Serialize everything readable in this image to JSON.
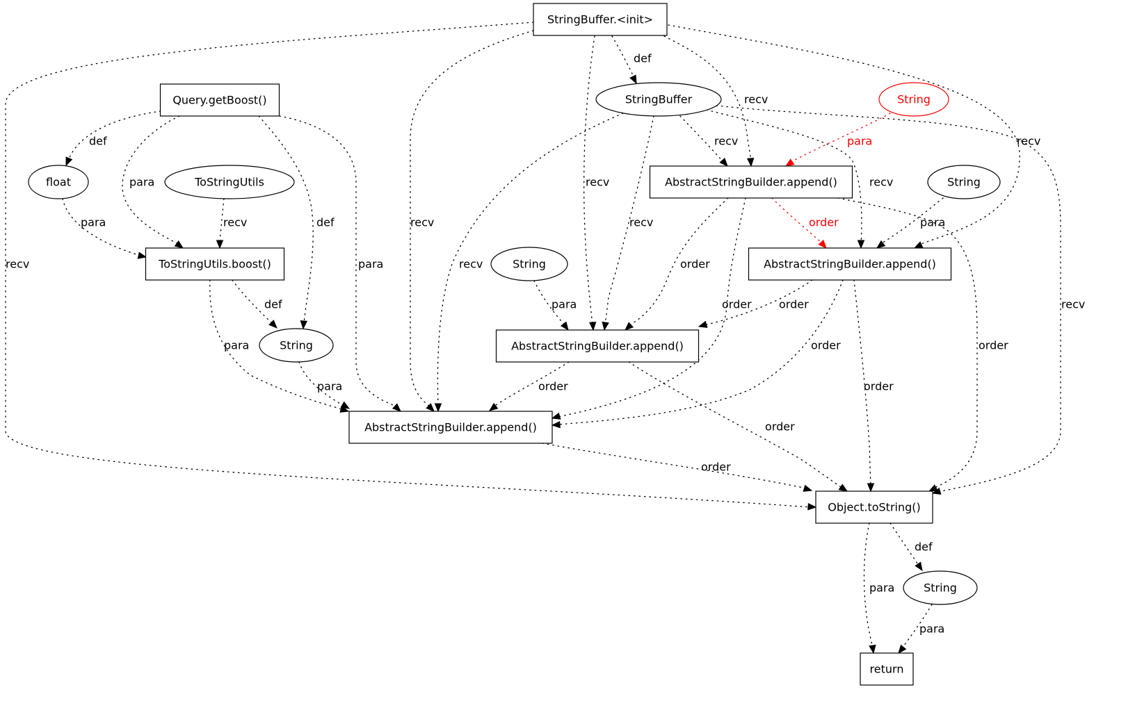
{
  "graph": {
    "highlight_color": "#ff0000",
    "default_color": "#000000",
    "nodes": [
      {
        "id": "n0",
        "label": "StringBuffer.<init>",
        "shape": "box"
      },
      {
        "id": "n1",
        "label": "Query.getBoost()",
        "shape": "box"
      },
      {
        "id": "n2",
        "label": "StringBuffer",
        "shape": "ellipse"
      },
      {
        "id": "n3",
        "label": "String",
        "shape": "ellipse",
        "highlighted": true
      },
      {
        "id": "n4",
        "label": "float",
        "shape": "ellipse"
      },
      {
        "id": "n5",
        "label": "ToStringUtils",
        "shape": "ellipse"
      },
      {
        "id": "n6",
        "label": "AbstractStringBuilder.append()",
        "shape": "box"
      },
      {
        "id": "n7",
        "label": "String",
        "shape": "ellipse"
      },
      {
        "id": "n8",
        "label": "ToStringUtils.boost()",
        "shape": "box"
      },
      {
        "id": "n9",
        "label": "String",
        "shape": "ellipse"
      },
      {
        "id": "n10",
        "label": "AbstractStringBuilder.append()",
        "shape": "box"
      },
      {
        "id": "n11",
        "label": "String",
        "shape": "ellipse"
      },
      {
        "id": "n12",
        "label": "AbstractStringBuilder.append()",
        "shape": "box"
      },
      {
        "id": "n13",
        "label": "AbstractStringBuilder.append()",
        "shape": "box"
      },
      {
        "id": "n14",
        "label": "Object.toString()",
        "shape": "box"
      },
      {
        "id": "n15",
        "label": "String",
        "shape": "ellipse"
      },
      {
        "id": "n16",
        "label": "return",
        "shape": "box"
      }
    ],
    "edges": [
      {
        "from": "n0",
        "to": "n2",
        "label": "def"
      },
      {
        "from": "n0",
        "to": "n6",
        "label": "recv"
      },
      {
        "from": "n0",
        "to": "n10",
        "label": "recv"
      },
      {
        "from": "n0",
        "to": "n12",
        "label": "recv"
      },
      {
        "from": "n0",
        "to": "n13",
        "label": "recv"
      },
      {
        "from": "n0",
        "to": "n14",
        "label": "recv"
      },
      {
        "from": "n1",
        "to": "n4",
        "label": "def"
      },
      {
        "from": "n1",
        "to": "n8",
        "label": "para"
      },
      {
        "from": "n1",
        "to": "n11",
        "label": "def"
      },
      {
        "from": "n1",
        "to": "n13",
        "label": "para"
      },
      {
        "from": "n2",
        "to": "n6",
        "label": "recv"
      },
      {
        "from": "n2",
        "to": "n10",
        "label": "recv"
      },
      {
        "from": "n2",
        "to": "n12",
        "label": "recv"
      },
      {
        "from": "n2",
        "to": "n13",
        "label": "recv"
      },
      {
        "from": "n2",
        "to": "n14",
        "label": "recv"
      },
      {
        "from": "n3",
        "to": "n6",
        "label": "para",
        "highlighted": true
      },
      {
        "from": "n4",
        "to": "n8",
        "label": "para"
      },
      {
        "from": "n5",
        "to": "n8",
        "label": "recv"
      },
      {
        "from": "n6",
        "to": "n10",
        "label": "order",
        "highlighted": true
      },
      {
        "from": "n6",
        "to": "n12",
        "label": "order"
      },
      {
        "from": "n6",
        "to": "n13",
        "label": "order"
      },
      {
        "from": "n6",
        "to": "n14",
        "label": "order"
      },
      {
        "from": "n7",
        "to": "n10",
        "label": "para"
      },
      {
        "from": "n8",
        "to": "n11",
        "label": "def"
      },
      {
        "from": "n8",
        "to": "n13",
        "label": "para"
      },
      {
        "from": "n9",
        "to": "n12",
        "label": "para"
      },
      {
        "from": "n10",
        "to": "n12",
        "label": "order"
      },
      {
        "from": "n10",
        "to": "n13",
        "label": "order"
      },
      {
        "from": "n10",
        "to": "n14",
        "label": "order"
      },
      {
        "from": "n11",
        "to": "n13",
        "label": "para"
      },
      {
        "from": "n12",
        "to": "n13",
        "label": "order"
      },
      {
        "from": "n12",
        "to": "n14",
        "label": "order"
      },
      {
        "from": "n13",
        "to": "n14",
        "label": "order"
      },
      {
        "from": "n14",
        "to": "n15",
        "label": "def"
      },
      {
        "from": "n14",
        "to": "n16",
        "label": "para"
      },
      {
        "from": "n15",
        "to": "n16",
        "label": "para"
      }
    ]
  }
}
